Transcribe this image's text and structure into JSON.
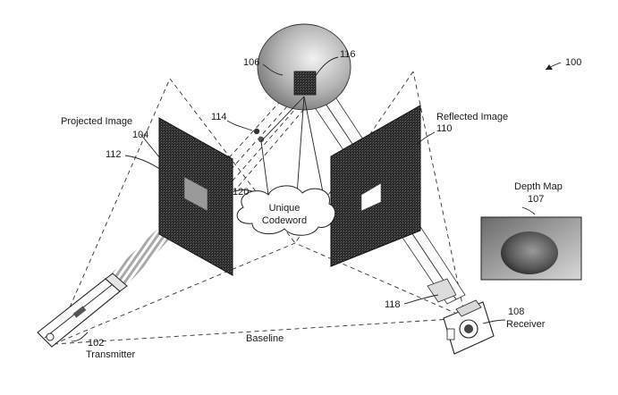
{
  "labels": {
    "figure_number": "100",
    "projected_image": "Projected Image",
    "projected_image_ref": "104",
    "reflected_image": "Reflected Image",
    "reflected_image_ref": "110",
    "depth_map": "Depth Map",
    "depth_map_ref": "107",
    "unique_codeword_line1": "Unique",
    "unique_codeword_line2": "Codeword",
    "unique_codeword_ref": "120",
    "baseline": "Baseline",
    "transmitter": "Transmitter",
    "transmitter_ref": "102",
    "receiver": "Receiver",
    "receiver_ref": "108",
    "object_ref": "106",
    "object_patch_ref": "116",
    "codeword_beam_ref": "114",
    "projected_patch_ref": "112",
    "receiver_beam_ref": "118"
  }
}
